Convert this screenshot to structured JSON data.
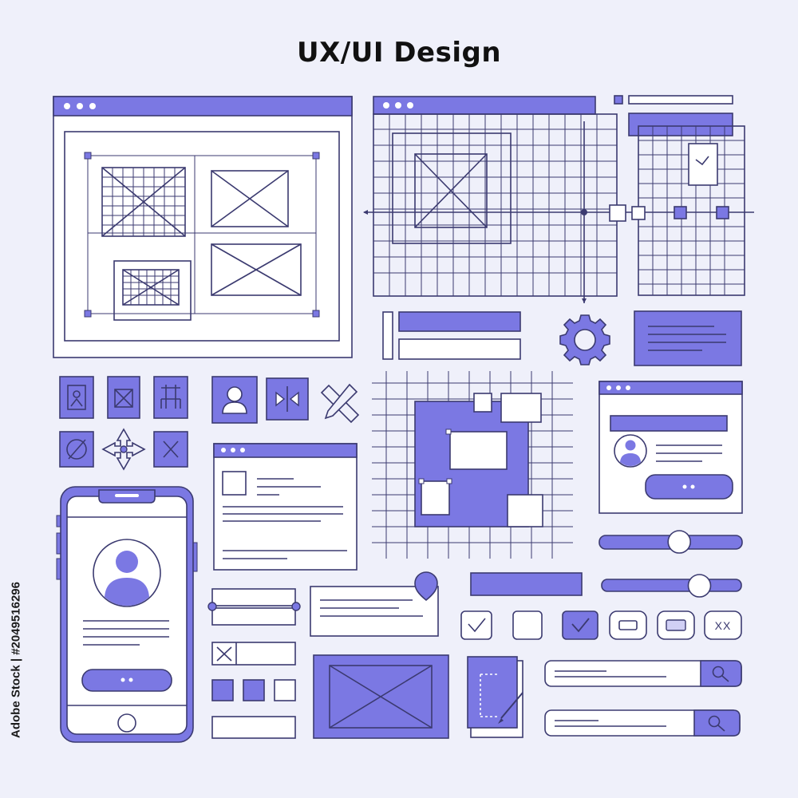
{
  "title": "UX/UI Design",
  "credit": "Adobe Stock | #2049516296",
  "colors": {
    "background": "#eff0fa",
    "accent": "#7b78e3",
    "outline": "#3b3a70",
    "panel": "#ffffff"
  },
  "icons": [
    "image-icon",
    "crop-icon",
    "layout-icon",
    "user-icon",
    "resize-icon",
    "ruler-pencil-icon",
    "compass-icon",
    "move-arrows-icon",
    "close-icon",
    "gear-icon",
    "search-icon",
    "checkmark-icon",
    "location-pin-icon",
    "pen-icon"
  ],
  "controls": {
    "checkbox_checked": true,
    "checkbox_empty": false,
    "slider_1_level": 0.56,
    "slider_2_level": 0.7,
    "toggle_label": "XX"
  }
}
